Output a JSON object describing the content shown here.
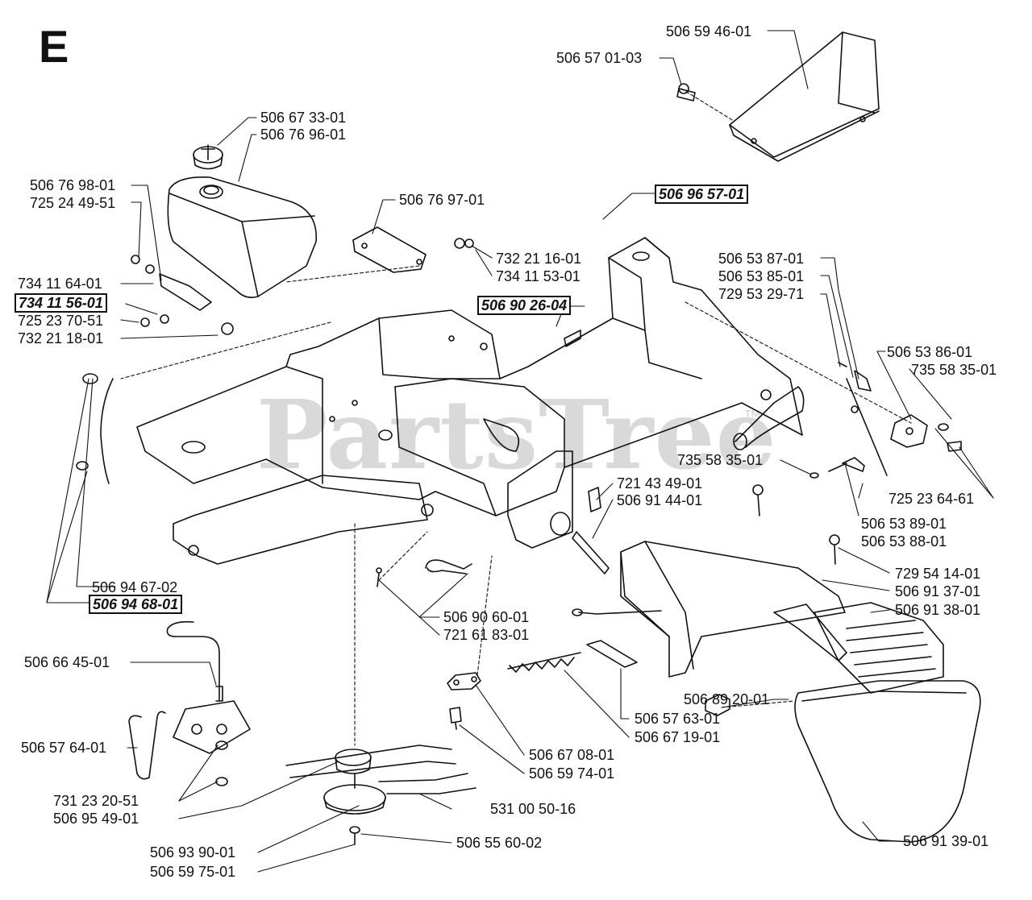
{
  "section_letter": "E",
  "watermark": "PartsTree",
  "watermark_tm": "™",
  "part_labels": {
    "p506594601": "506 59 46-01",
    "p506570103": "506 57 01-03",
    "p506673301": "506 67 33-01",
    "p506769601": "506 76 96-01",
    "p506769801": "506 76 98-01",
    "p725244951": "725 24 49-51",
    "p506769701": "506 76 97-01",
    "p506965701": "506 96 57-01",
    "p732211601": "732 21 16-01",
    "p734115301": "734 11 53-01",
    "p734116401": "734 11 64-01",
    "p734115601": "734 11 56-01",
    "p725237051": "725 23 70-51",
    "p732211801": "732 21 18-01",
    "p506902604": "506 90 26-04",
    "p506538701": "506 53 87-01",
    "p506538501": "506 53 85-01",
    "p729532971": "729 53 29-71",
    "p506538601": "506 53 86-01",
    "p735583501a": "735 58 35-01",
    "p735583501b": "735 58 35-01",
    "p725236461": "725 23 64-61",
    "p721434901": "721 43 49-01",
    "p506914401": "506 91 44-01",
    "p506538901": "506 53 89-01",
    "p506538801": "506 53 88-01",
    "p729541401": "729 54 14-01",
    "p506913701": "506 91 37-01",
    "p506913801": "506 91 38-01",
    "p506946702": "506 94 67-02",
    "p506946801": "506 94 68-01",
    "p506906001": "506 90 60-01",
    "p721618301": "721 61 83-01",
    "p506664501": "506 66 45-01",
    "p506576301": "506 57 63-01",
    "p506671901": "506 67 19-01",
    "p506892001": "506 89 20-01",
    "p506576401": "506 57 64-01",
    "p506670801": "506 67 08-01",
    "p506597401": "506 59 74-01",
    "p731232051": "731 23 20-51",
    "p506954901": "506 95 49-01",
    "p531005016": "531 00 50-16",
    "p506939001": "506 93 90-01",
    "p506556002": "506 55 60-02",
    "p506597501": "506 59 75-01",
    "p506913901": "506 91 39-01"
  },
  "highlighted_parts": [
    "506 96 57-01",
    "734 11 56-01",
    "506 90 26-04",
    "506 94 68-01"
  ],
  "colors": {
    "ink": "#111111",
    "watermark": "#d9d9d9",
    "background": "#ffffff"
  }
}
